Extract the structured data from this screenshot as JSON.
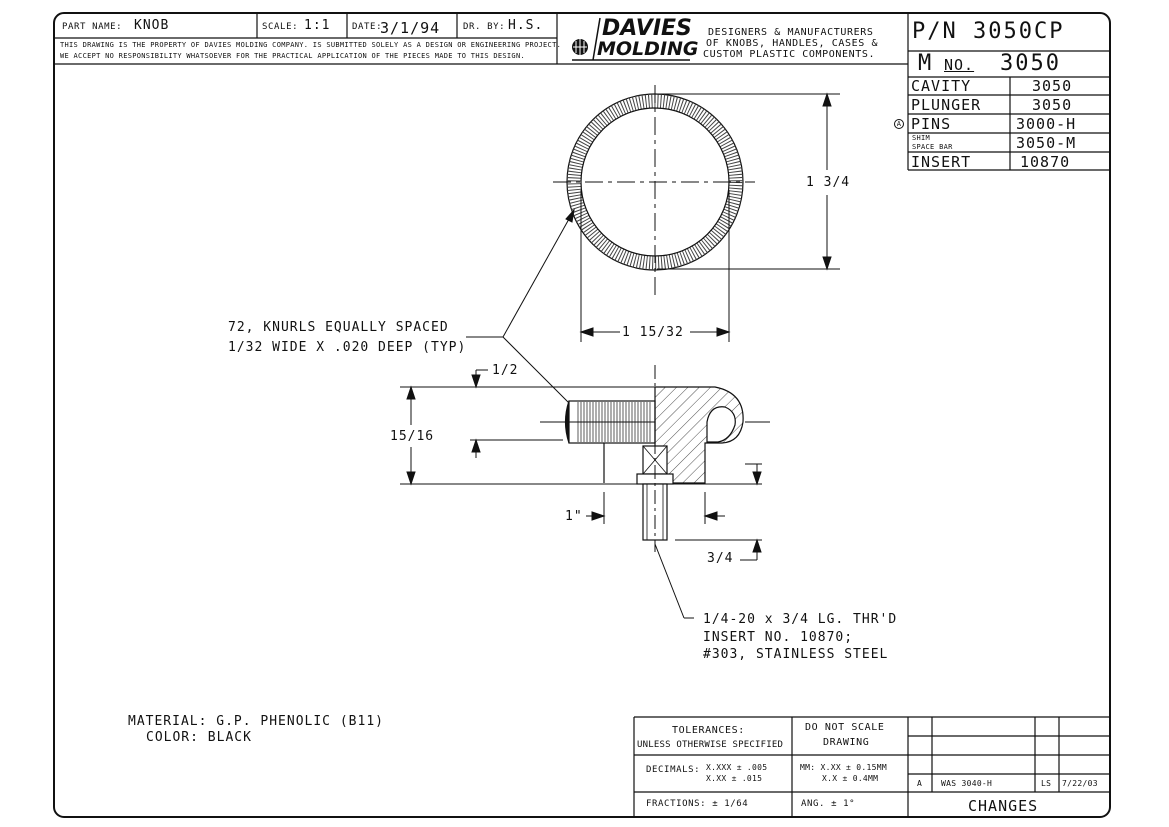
{
  "title_block": {
    "part_name_label": "PART NAME:",
    "part_name": "KNOB",
    "scale_label": "SCALE:",
    "scale": "1:1",
    "date_label": "DATE:",
    "date": "3/1/94",
    "drawn_by_label": "DR. BY:",
    "drawn_by": "H.S.",
    "notice_line1": "THIS DRAWING IS THE PROPERTY OF DAVIES MOLDING COMPANY. IS SUBMITTED SOLELY AS A DESIGN OR ENGINEERING PROJECT.",
    "notice_line2": "WE ACCEPT NO RESPONSIBILITY WHATSOEVER FOR THE PRACTICAL APPLICATION OF THE PIECES MADE TO THIS DESIGN."
  },
  "company": {
    "logo_top": "DAVIES",
    "logo_bottom": "MOLDING",
    "tagline1": "DESIGNERS & MANUFACTURERS",
    "tagline2": "OF KNOBS, HANDLES, CASES &",
    "tagline3": "CUSTOM PLASTIC COMPONENTS."
  },
  "part_info": {
    "pn": "P/N 3050CP",
    "m_label": "M",
    "m_no_label": "NO.",
    "m_no": "3050",
    "rows": [
      {
        "label": "CAVITY",
        "value": "3050"
      },
      {
        "label": "PLUNGER",
        "value": "3050"
      },
      {
        "label": "PINS",
        "value": "3000-H"
      },
      {
        "label_top": "SHIM",
        "label": "SPACE BAR",
        "value": "3050-M"
      },
      {
        "label": "INSERT",
        "value": "10870"
      }
    ],
    "pins_marker": "A"
  },
  "dimensions": {
    "dia_vertical": "1 3/4",
    "dia_horizontal": "1 15/32",
    "knurl_note1": "72, KNURLS EQUALLY SPACED",
    "knurl_note2": "1/32 WIDE X .020 DEEP (TYP)",
    "half": "1/2",
    "height": "15/16",
    "one_inch": "1\"",
    "three_quarter": "3/4",
    "insert_note1": "1/4-20 x 3/4 LG. THR'D",
    "insert_note2": "INSERT NO. 10870;",
    "insert_note3": "#303, STAINLESS STEEL"
  },
  "material": {
    "line1": "MATERIAL: G.P. PHENOLIC (B11)",
    "line2": "COLOR: BLACK"
  },
  "tolerances": {
    "title1": "TOLERANCES:",
    "title2": "UNLESS OTHERWISE SPECIFIED",
    "noscale1": "DO NOT SCALE",
    "noscale2": "DRAWING",
    "decimals_label": "DECIMALS:",
    "dec1": "X.XXX ± .005",
    "dec2": "X.XX  ± .015",
    "mm1": "MM: X.XX ± 0.15MM",
    "mm2": "X.X  ± 0.4MM",
    "fractions": "FRACTIONS: ± 1/64",
    "angles": "ANG. ± 1°"
  },
  "changes": {
    "rev": "A",
    "desc": "WAS 3040-H",
    "by": "LS",
    "date": "7/22/03",
    "title": "CHANGES"
  }
}
